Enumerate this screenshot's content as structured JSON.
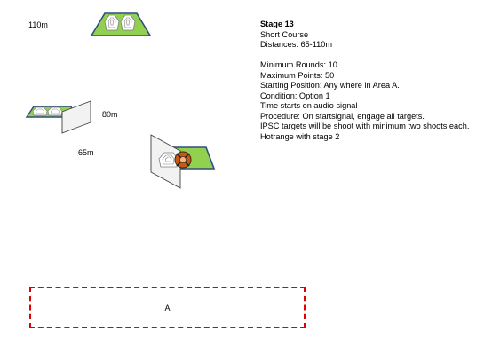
{
  "stage": {
    "title": "Stage 13",
    "course": "Short Course",
    "distances": "Distances: 65-110m"
  },
  "rules": [
    "Minimum Rounds: 10",
    "Maximum Points: 50",
    "Starting Position: Any where in Area A.",
    "Condition: Option 1",
    "Time starts on audio signal",
    "Procedure: On startsignal, engage all targets.",
    "IPSC targets will be shoot with minimum two shoots each.",
    "Hotrange with stage 2"
  ],
  "distance_labels": {
    "d110": "110m",
    "d80": "80m",
    "d65": "65m"
  },
  "area": {
    "label": "A"
  },
  "colors": {
    "berm_green": "#92d050",
    "berm_outline": "#2f4f7f",
    "area_border": "#e00000",
    "no_shoot": "#c55a11",
    "wall_fill": "#f2f2f2"
  },
  "icons": {
    "target_group": "ipsc-target-icon",
    "barrier": "wall-barrier-icon",
    "no_shoot": "no-shoot-target-icon"
  }
}
